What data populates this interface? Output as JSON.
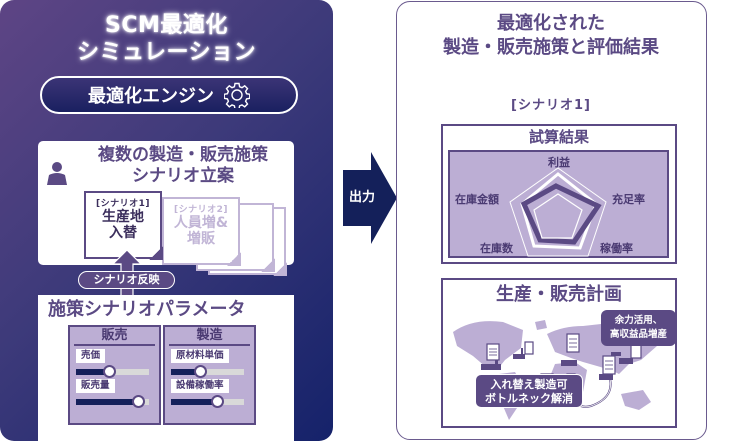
{
  "left_panel": {
    "title_line1": "SCM最適化",
    "title_line2": "シミュレーション",
    "engine_label": "最適化エンジン",
    "engine_icon": "gear-icon",
    "scenario_card": {
      "title_line1": "複数の製造・販売施策",
      "title_line2": "シナリオ立案",
      "icon": "person-icon",
      "documents": [
        {
          "tag": "[シナリオ1]",
          "line1": "生産地",
          "line2": "入替"
        },
        {
          "tag": "[シナリオ2]",
          "line1": "人員増&",
          "line2": "増販"
        }
      ]
    },
    "reflect_label": "シナリオ反映",
    "param_card": {
      "title": "施策シナリオパラメータ",
      "groups": [
        {
          "heading": "販売",
          "sliders": [
            {
              "label": "売価",
              "value": 45
            },
            {
              "label": "販売量",
              "value": 85
            }
          ]
        },
        {
          "heading": "製造",
          "sliders": [
            {
              "label": "原材料単価",
              "value": 40
            },
            {
              "label": "設備稼働率",
              "value": 63
            }
          ]
        }
      ]
    }
  },
  "arrow": {
    "label": "出力"
  },
  "right_panel": {
    "title_line1": "最適化された",
    "title_line2": "製造・販売施策と評価結果",
    "scenario_tag": "[シナリオ1]",
    "result_card": {
      "title": "試算結果",
      "radar_axes": [
        "利益",
        "充足率",
        "稼働率",
        "在庫数",
        "在庫金額"
      ]
    },
    "plan_card": {
      "title": "生産・販売計画",
      "callout_top_line1": "余力活用、",
      "callout_top_line2": "高収益品増産",
      "callout_bottom_line1": "入れ替え製造可",
      "callout_bottom_line2": "ボトルネック解消"
    }
  },
  "colors": {
    "primary_purple": "#5b4a84",
    "light_purple": "#bcaed4",
    "navy": "#14205a",
    "gradient_start": "#5e4585",
    "gradient_end": "#15226a"
  }
}
